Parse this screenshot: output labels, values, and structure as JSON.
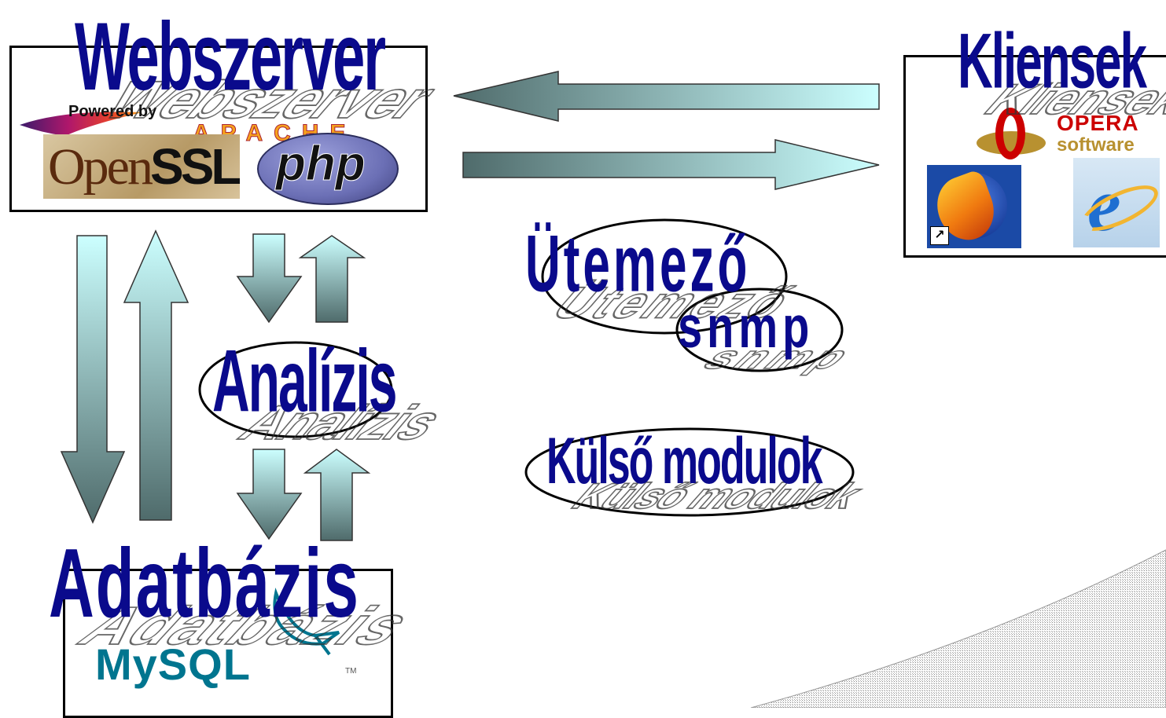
{
  "webserver": {
    "title": "Webszerver",
    "powered_by": "Powered by",
    "apache": "APACHE",
    "openssl_open": "Open",
    "openssl_ssl": "SSL",
    "php": "php"
  },
  "clients": {
    "title": "Kliensek",
    "opera_word": "OPERA",
    "opera_sub": "software",
    "icons": [
      "firefox-icon",
      "internet-explorer-icon",
      "opera-logo"
    ]
  },
  "modules": {
    "scheduler": "Ütemező",
    "snmp": "snmp",
    "analysis": "Analízis",
    "external": "Külső modulok"
  },
  "database": {
    "title": "Adatbázis",
    "mysql": "MySQL",
    "tm": "TM"
  },
  "colors": {
    "title_blue": "#0a0a8c",
    "arrow_dark": "#4f6b6b",
    "arrow_light": "#ccffff",
    "php_purple": "#6b6fb5",
    "opera_red": "#cc0000",
    "mysql_blue": "#00758f",
    "mysql_orange": "#f29111"
  }
}
